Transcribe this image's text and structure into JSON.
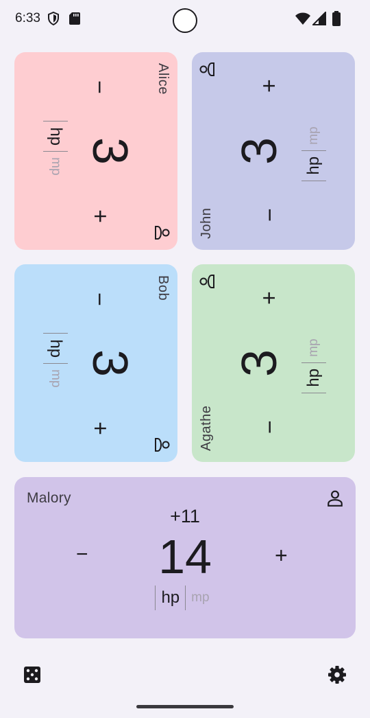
{
  "status_bar": {
    "time": "6:33",
    "icons": [
      "shield-icon",
      "sd-card-icon",
      "wifi-icon",
      "signal-icon",
      "battery-icon"
    ]
  },
  "players": [
    {
      "name": "Alice",
      "value": "3",
      "minus": "−",
      "plus": "+",
      "tab_active": "hp",
      "tab_inactive": "mp",
      "color": "#fecdd1",
      "icon": "person-icon"
    },
    {
      "name": "John",
      "value": "3",
      "minus": "−",
      "plus": "+",
      "tab_active": "hp",
      "tab_inactive": "mp",
      "color": "#c6c9e9",
      "icon": "person-icon"
    },
    {
      "name": "Bob",
      "value": "3",
      "minus": "−",
      "plus": "+",
      "tab_active": "hp",
      "tab_inactive": "mp",
      "color": "#bbdefa",
      "icon": "person-icon"
    },
    {
      "name": "Agathe",
      "value": "3",
      "minus": "−",
      "plus": "+",
      "tab_active": "hp",
      "tab_inactive": "mp",
      "color": "#c8e6ca",
      "icon": "person-icon"
    }
  ],
  "malory": {
    "name": "Malory",
    "delta": "+11",
    "value": "14",
    "minus": "−",
    "plus": "+",
    "tab_active": "hp",
    "tab_inactive": "mp",
    "color": "#d1c4e9",
    "icon": "person-icon"
  },
  "bottom_bar": {
    "left_icon": "dice-icon",
    "right_icon": "settings-gear-icon"
  }
}
